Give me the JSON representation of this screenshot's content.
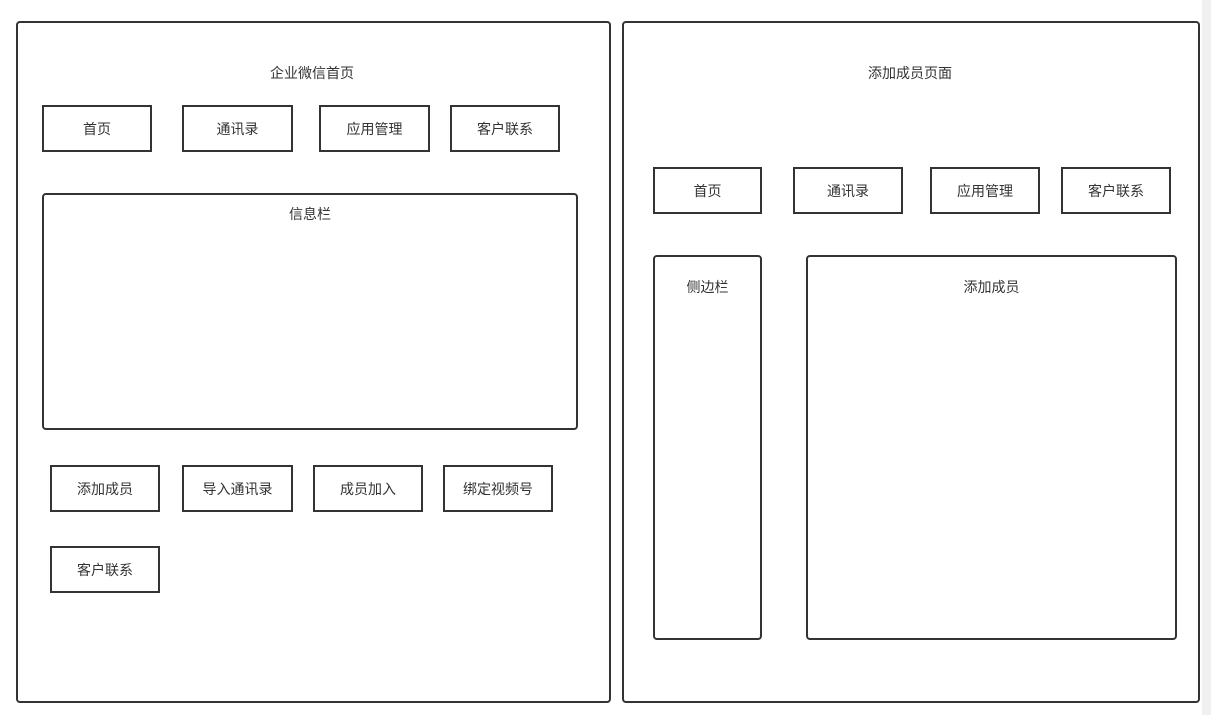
{
  "home_page": {
    "title": "企业微信首页",
    "nav": [
      "首页",
      "通讯录",
      "应用管理",
      "客户联系"
    ],
    "info_bar": "信息栏",
    "actions": [
      "添加成员",
      "导入通讯录",
      "成员加入",
      "绑定视频号",
      "客户联系"
    ]
  },
  "add_member_page": {
    "title": "添加成员页面",
    "nav": [
      "首页",
      "通讯录",
      "应用管理",
      "客户联系"
    ],
    "sidebar": "侧边栏",
    "content": "添加成员"
  }
}
